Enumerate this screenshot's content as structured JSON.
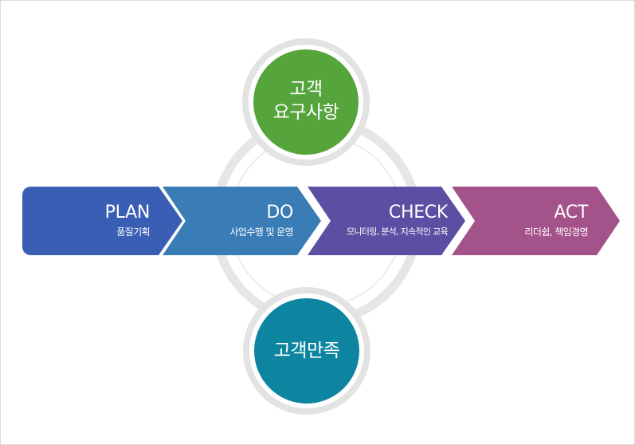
{
  "top_circle": {
    "line1": "고객",
    "line2": "요구사항",
    "color": "#56a43c"
  },
  "bottom_circle": {
    "label": "고객만족",
    "color": "#0e85a0"
  },
  "steps": [
    {
      "title": "PLAN",
      "subtitle": "품질기획",
      "color": "#3a5eb4"
    },
    {
      "title": "DO",
      "subtitle": "사업수행 및 운영",
      "color": "#3a7cb6"
    },
    {
      "title": "CHECK",
      "subtitle": "모니터링, 분석, 지속적인 교육",
      "color": "#5a4fa2"
    },
    {
      "title": "ACT",
      "subtitle": "리더쉽, 책임경영",
      "color": "#a4528a"
    }
  ],
  "ring_color": "#e6e6e6"
}
